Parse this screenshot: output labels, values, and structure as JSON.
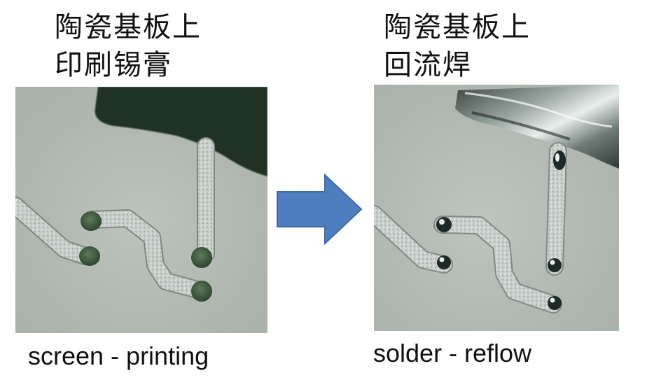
{
  "left": {
    "title_line1": "陶瓷基板上",
    "title_line2": "印刷锡膏",
    "caption": "screen - printing"
  },
  "right": {
    "title_line1": "陶瓷基板上",
    "title_line2": "回流焊",
    "caption": "solder - reflow"
  },
  "colors": {
    "substrate": "#b3bab3",
    "trace": "#c9cfcb",
    "paste": "#3c5a3c",
    "solder_joint": "#1e2a28",
    "arrow": "#4f7ec0",
    "arrow_outline": "#3f6aa6"
  }
}
